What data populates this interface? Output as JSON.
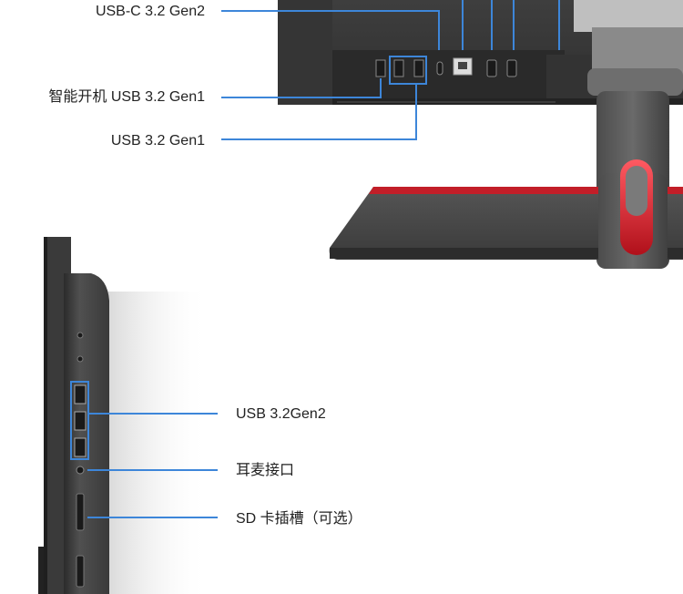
{
  "top_callouts": {
    "usb_c": "USB-C 3.2 Gen2",
    "smart_power_usb": "智能开机 USB 3.2 Gen1",
    "usb_gen1": "USB 3.2 Gen1"
  },
  "side_callouts": {
    "usb_gen2": "USB 3.2Gen2",
    "headphone_jack": "耳麦接口",
    "sd_slot": "SD 卡插槽（可选）"
  },
  "colors": {
    "callout_line": "#3d86d9",
    "device_body": "#4a4a4a",
    "stand_accent": "#d8262f"
  }
}
